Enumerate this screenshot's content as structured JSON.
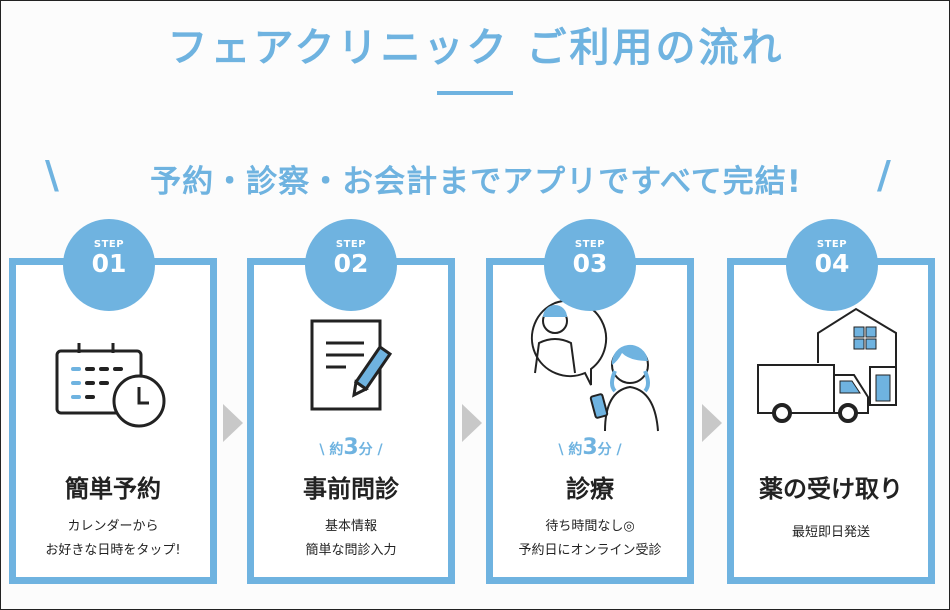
{
  "header": {
    "title": "フェアクリニック ご利用の流れ",
    "subtitle": "予約・診察・お会計までアプリですべて完結!",
    "slash_left": "\\",
    "slash_right": "/"
  },
  "steps": [
    {
      "step_label": "STEP",
      "number": "01",
      "title": "簡単予約",
      "lines": [
        "カレンダーから",
        "お好きな日時をタップ!"
      ],
      "icon": "calendar-clock-icon"
    },
    {
      "step_label": "STEP",
      "number": "02",
      "time_prefix": "\\ 約",
      "time_value": "3",
      "time_suffix": "分 /",
      "title": "事前問診",
      "lines": [
        "基本情報",
        "簡単な問診入力"
      ],
      "icon": "document-pencil-icon"
    },
    {
      "step_label": "STEP",
      "number": "03",
      "time_prefix": "\\ 約",
      "time_value": "3",
      "time_suffix": "分 /",
      "title": "診療",
      "lines": [
        "待ち時間なし◎",
        "予約日にオンライン受診"
      ],
      "icon": "doctor-patient-icon"
    },
    {
      "step_label": "STEP",
      "number": "04",
      "title": "薬の受け取り",
      "lines": [
        "最短即日発送"
      ],
      "icon": "truck-house-icon"
    }
  ],
  "colors": {
    "accent": "#6fb3e0",
    "arrow": "#c8c8c8",
    "text": "#222222"
  }
}
